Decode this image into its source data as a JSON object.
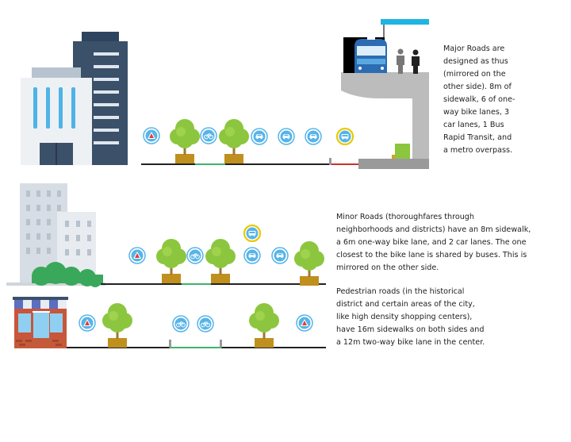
{
  "major_road": {
    "description": "Major Roads are\ndesigned as thus\n(mirrored on the\nother side). 8m of\nsidewalk, 6 of one-\nway bike lanes, 3\ncar lanes, 1 Bus\nRapid Transit, and\na metro overpass."
  },
  "minor_road": {
    "description": "Minor Roads (thoroughfares through\nneighborhoods and districts) have an 8m sidewalk,\na 6m one-way bike lane, and 2 car lanes. The one\nclosest to the bike lane is shared by buses. This is\nmirrored on the other side."
  },
  "pedestrian_road": {
    "description": "Pedestrian roads (in the historical\ndistrict and certain areas of the city,\nlike high density shopping centers),\nhave 16m sidewalks on both sides and\na 12m two-way bike lane in the center."
  },
  "icons": {
    "pedestrian": "pedestrian-icon",
    "bike": "bicycle-icon",
    "car": "car-icon",
    "bus": "bus-icon"
  },
  "colors": {
    "icon_blue": "#56b4e9",
    "bus_ring": "#e8c800",
    "bike_lane": "#3db36b",
    "bus_lane": "#c9302c",
    "tree_green": "#8cc63f",
    "planter": "#c0901e",
    "road": "#222222"
  }
}
